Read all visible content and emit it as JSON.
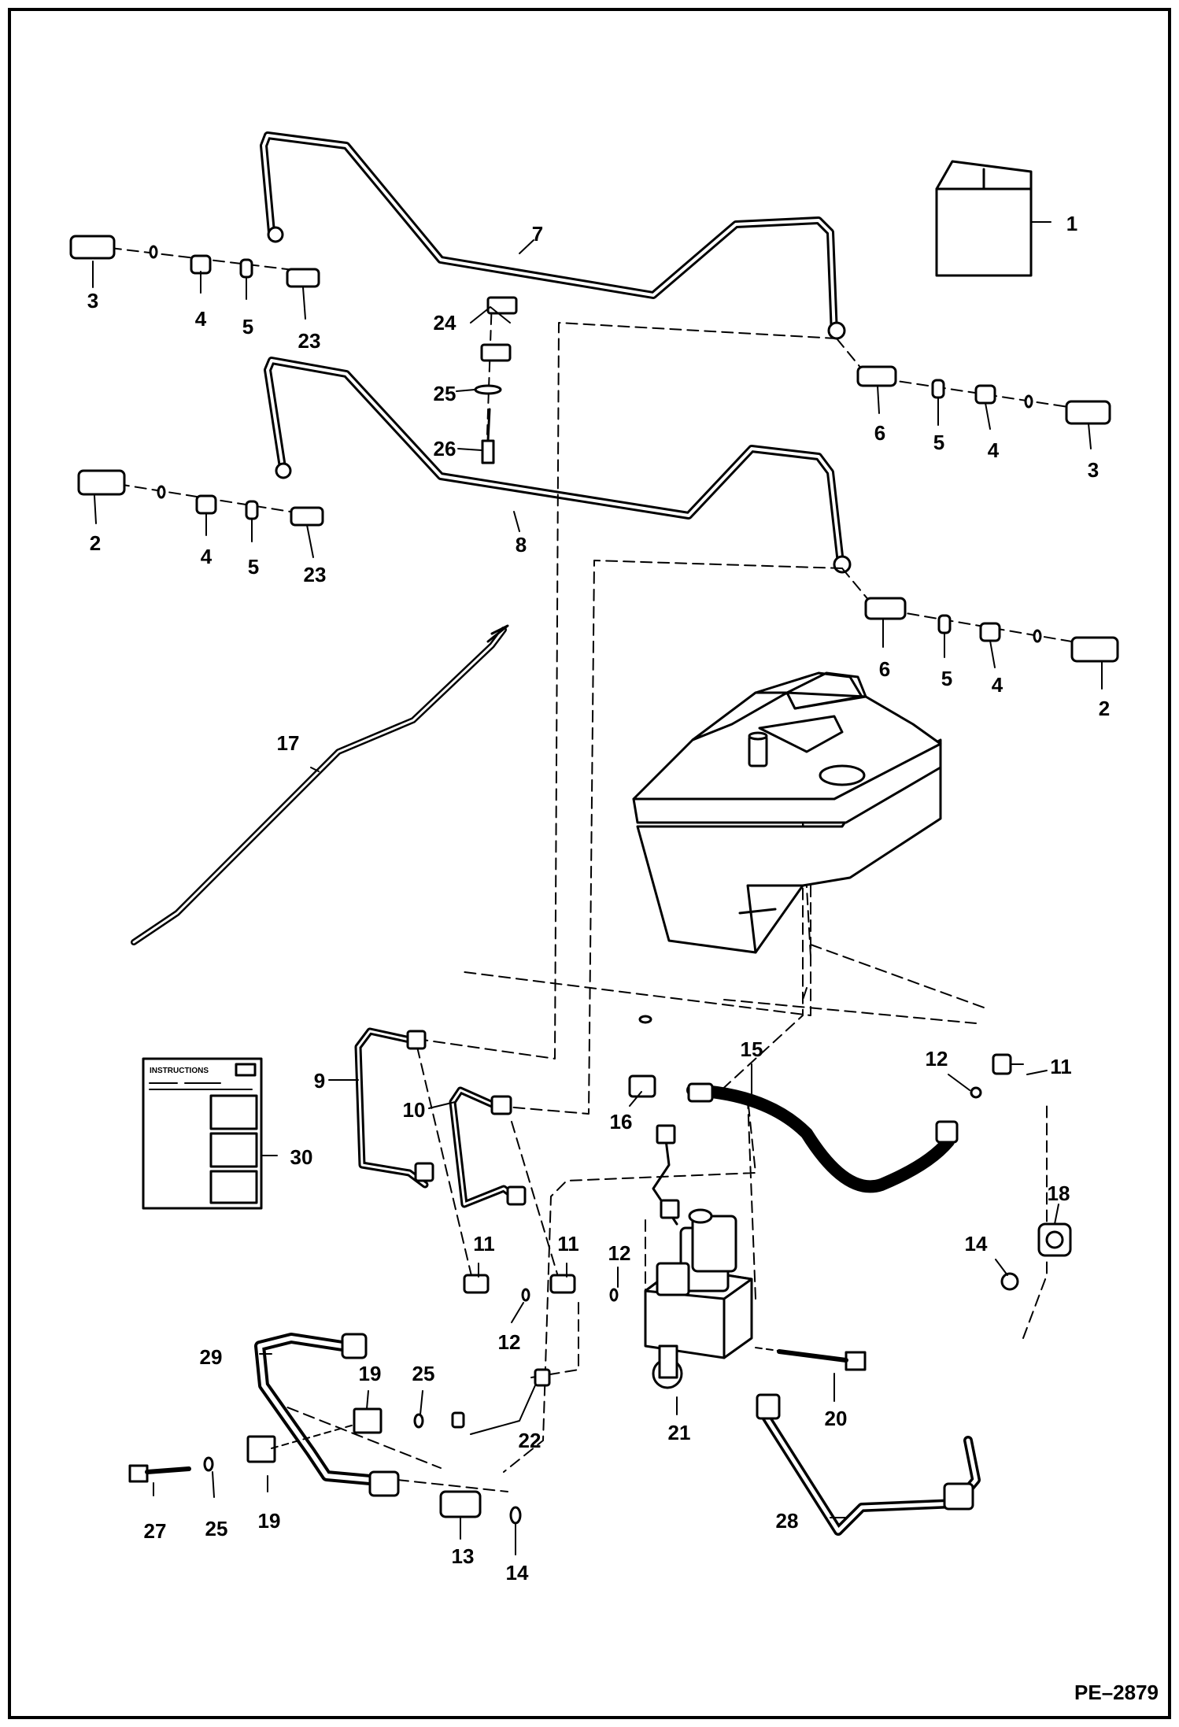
{
  "figure_id": "PE–2879",
  "instructions_title": "INSTRUCTIONS",
  "callouts": [
    {
      "key": "c1",
      "text": "1"
    },
    {
      "key": "c2a",
      "text": "2"
    },
    {
      "key": "c2b",
      "text": "2"
    },
    {
      "key": "c3a",
      "text": "3"
    },
    {
      "key": "c3b",
      "text": "3"
    },
    {
      "key": "c4a",
      "text": "4"
    },
    {
      "key": "c4b",
      "text": "4"
    },
    {
      "key": "c4c",
      "text": "4"
    },
    {
      "key": "c4d",
      "text": "4"
    },
    {
      "key": "c5a",
      "text": "5"
    },
    {
      "key": "c5b",
      "text": "5"
    },
    {
      "key": "c5c",
      "text": "5"
    },
    {
      "key": "c5d",
      "text": "5"
    },
    {
      "key": "c6a",
      "text": "6"
    },
    {
      "key": "c6b",
      "text": "6"
    },
    {
      "key": "c7",
      "text": "7"
    },
    {
      "key": "c8",
      "text": "8"
    },
    {
      "key": "c9",
      "text": "9"
    },
    {
      "key": "c10",
      "text": "10"
    },
    {
      "key": "c11a",
      "text": "11"
    },
    {
      "key": "c11b",
      "text": "11"
    },
    {
      "key": "c11c",
      "text": "11"
    },
    {
      "key": "c12a",
      "text": "12"
    },
    {
      "key": "c12b",
      "text": "12"
    },
    {
      "key": "c12c",
      "text": "12"
    },
    {
      "key": "c13",
      "text": "13"
    },
    {
      "key": "c14a",
      "text": "14"
    },
    {
      "key": "c14b",
      "text": "14"
    },
    {
      "key": "c15",
      "text": "15"
    },
    {
      "key": "c16",
      "text": "16"
    },
    {
      "key": "c17",
      "text": "17"
    },
    {
      "key": "c18",
      "text": "18"
    },
    {
      "key": "c19a",
      "text": "19"
    },
    {
      "key": "c19b",
      "text": "19"
    },
    {
      "key": "c20",
      "text": "20"
    },
    {
      "key": "c21",
      "text": "21"
    },
    {
      "key": "c22",
      "text": "22"
    },
    {
      "key": "c23a",
      "text": "23"
    },
    {
      "key": "c23b",
      "text": "23"
    },
    {
      "key": "c24",
      "text": "24"
    },
    {
      "key": "c25a",
      "text": "25"
    },
    {
      "key": "c25b",
      "text": "25"
    },
    {
      "key": "c25c",
      "text": "25"
    },
    {
      "key": "c26",
      "text": "26"
    },
    {
      "key": "c27",
      "text": "27"
    },
    {
      "key": "c28",
      "text": "28"
    },
    {
      "key": "c29",
      "text": "29"
    },
    {
      "key": "c30",
      "text": "30"
    }
  ]
}
